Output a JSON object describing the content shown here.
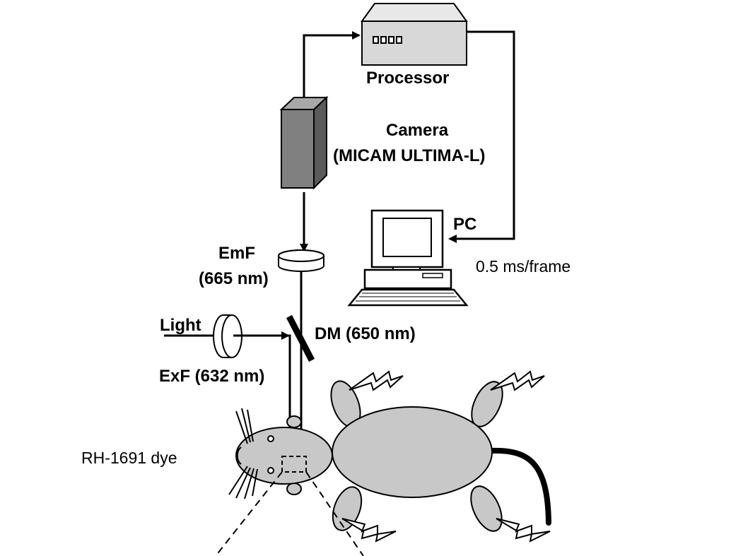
{
  "labels": {
    "processor": "Processor",
    "camera_line1": "Camera",
    "camera_line2": "(MICAM ULTIMA-L)",
    "pc": "PC",
    "frame_rate": "0.5 ms/frame",
    "emf_line1": "EmF",
    "emf_line2": "(665 nm)",
    "light": "Light",
    "dm": "DM (650 nm)",
    "exf": "ExF (632 nm)",
    "dye": "RH-1691 dye"
  },
  "colors": {
    "camera_front": "#808080",
    "camera_top": "#a8a8a8",
    "camera_side": "#5a5a5a",
    "rat_body": "#c8c8c8",
    "processor": "#d8d8d8",
    "line": "#000000"
  }
}
